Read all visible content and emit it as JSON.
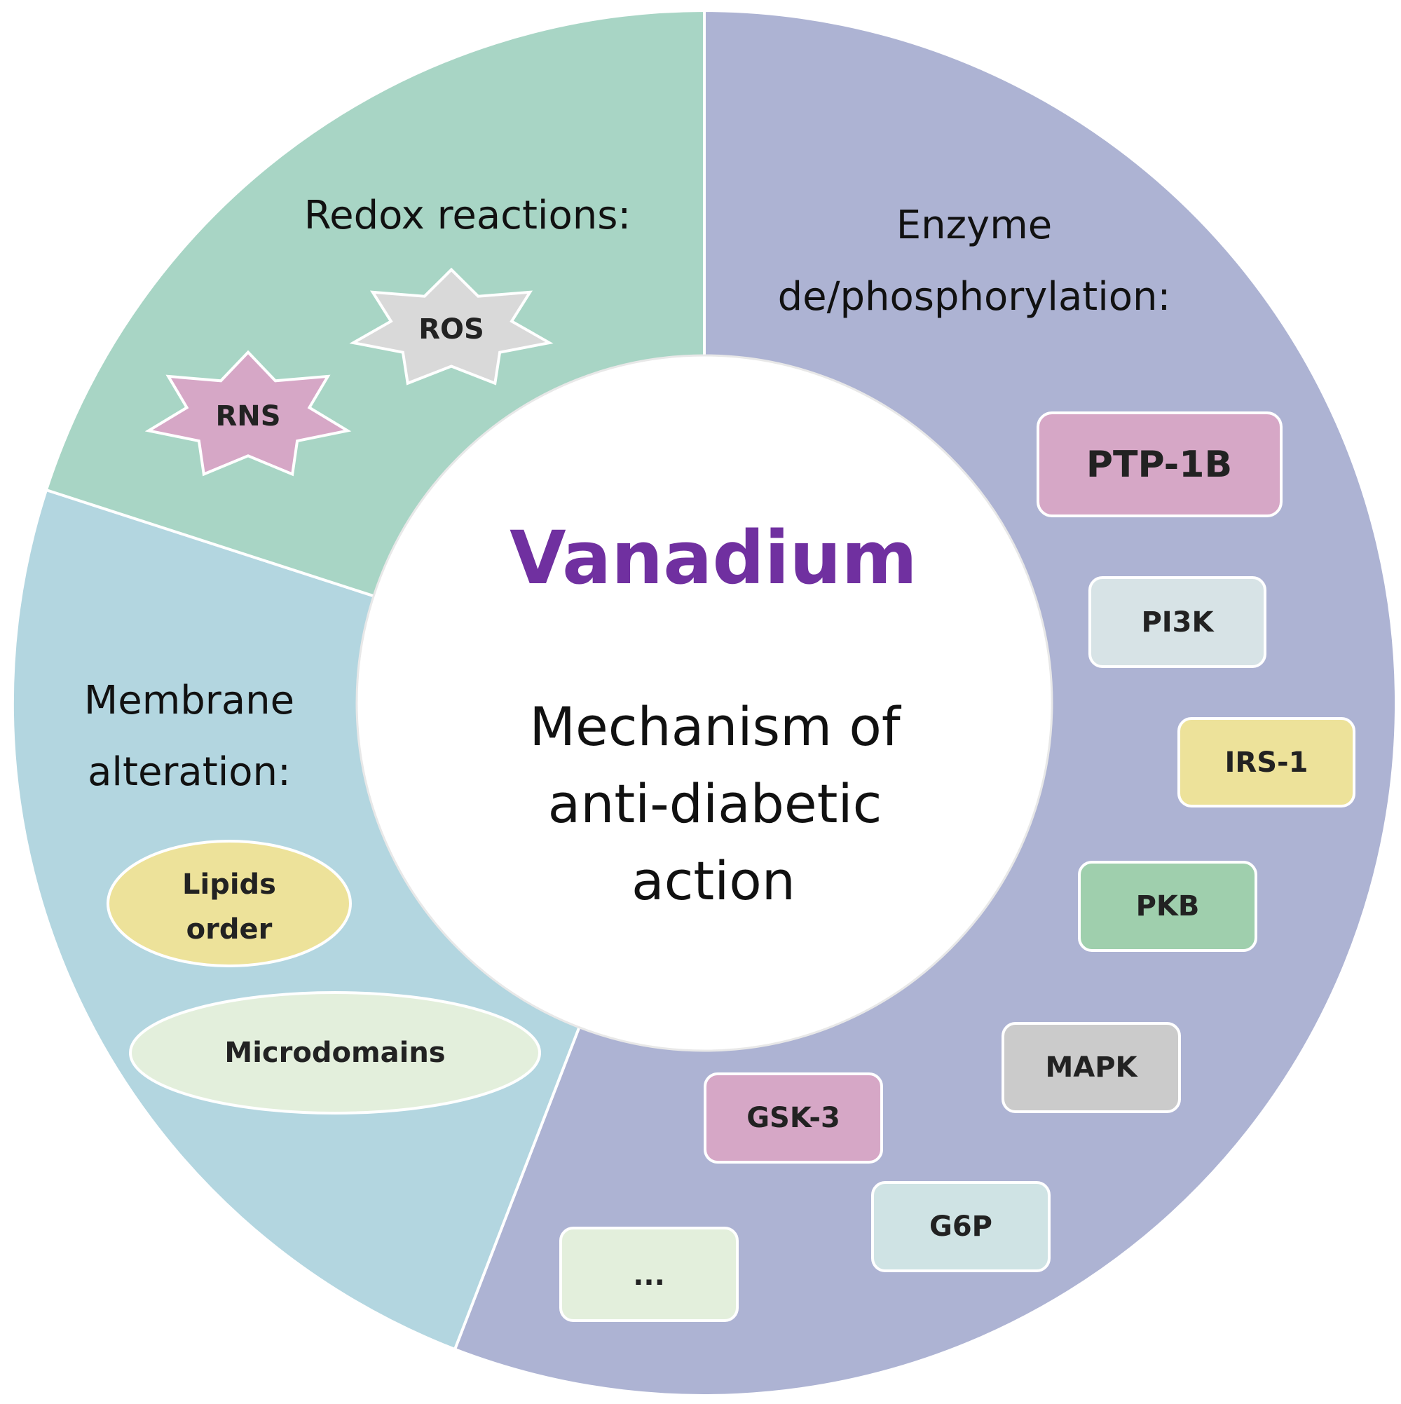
{
  "colors": {
    "redox_sector": "#a8d5c5",
    "membrane_sector": "#b3d6e0",
    "enzyme_sector": "#adb3d3",
    "center_circle": "#ffffff",
    "vanadium_text": "#7030a0",
    "outline": "#ffffff"
  },
  "center": {
    "title": "Vanadium",
    "subtitle_lines": [
      "Mechanism of",
      "anti-diabetic",
      "action"
    ]
  },
  "redox": {
    "title": "Redox reactions:",
    "items": [
      {
        "label": "ROS",
        "color": "#d9d9d9"
      },
      {
        "label": "RNS",
        "color": "#d6a7c6"
      }
    ]
  },
  "membrane": {
    "title_lines": [
      "Membrane",
      "alteration:"
    ],
    "items": [
      {
        "label_lines": [
          "Lipids",
          "order"
        ],
        "color": "#ede29a"
      },
      {
        "label_lines": [
          "Microdomains"
        ],
        "color": "#e3efdc"
      }
    ]
  },
  "enzyme": {
    "title_lines": [
      "Enzyme",
      "de/phosphorylation:"
    ],
    "items": [
      {
        "label": "PTP-1B",
        "color": "#d6a7c6"
      },
      {
        "label": "PI3K",
        "color": "#d7e3e6"
      },
      {
        "label": "IRS-1",
        "color": "#ede29a"
      },
      {
        "label": "PKB",
        "color": "#9fcfad"
      },
      {
        "label": "MAPK",
        "color": "#cbcbcb"
      },
      {
        "label": "GSK-3",
        "color": "#d6a7c6"
      },
      {
        "label": "G6P",
        "color": "#cfe3e4"
      },
      {
        "label": "...",
        "color": "#e3efdc"
      }
    ]
  }
}
